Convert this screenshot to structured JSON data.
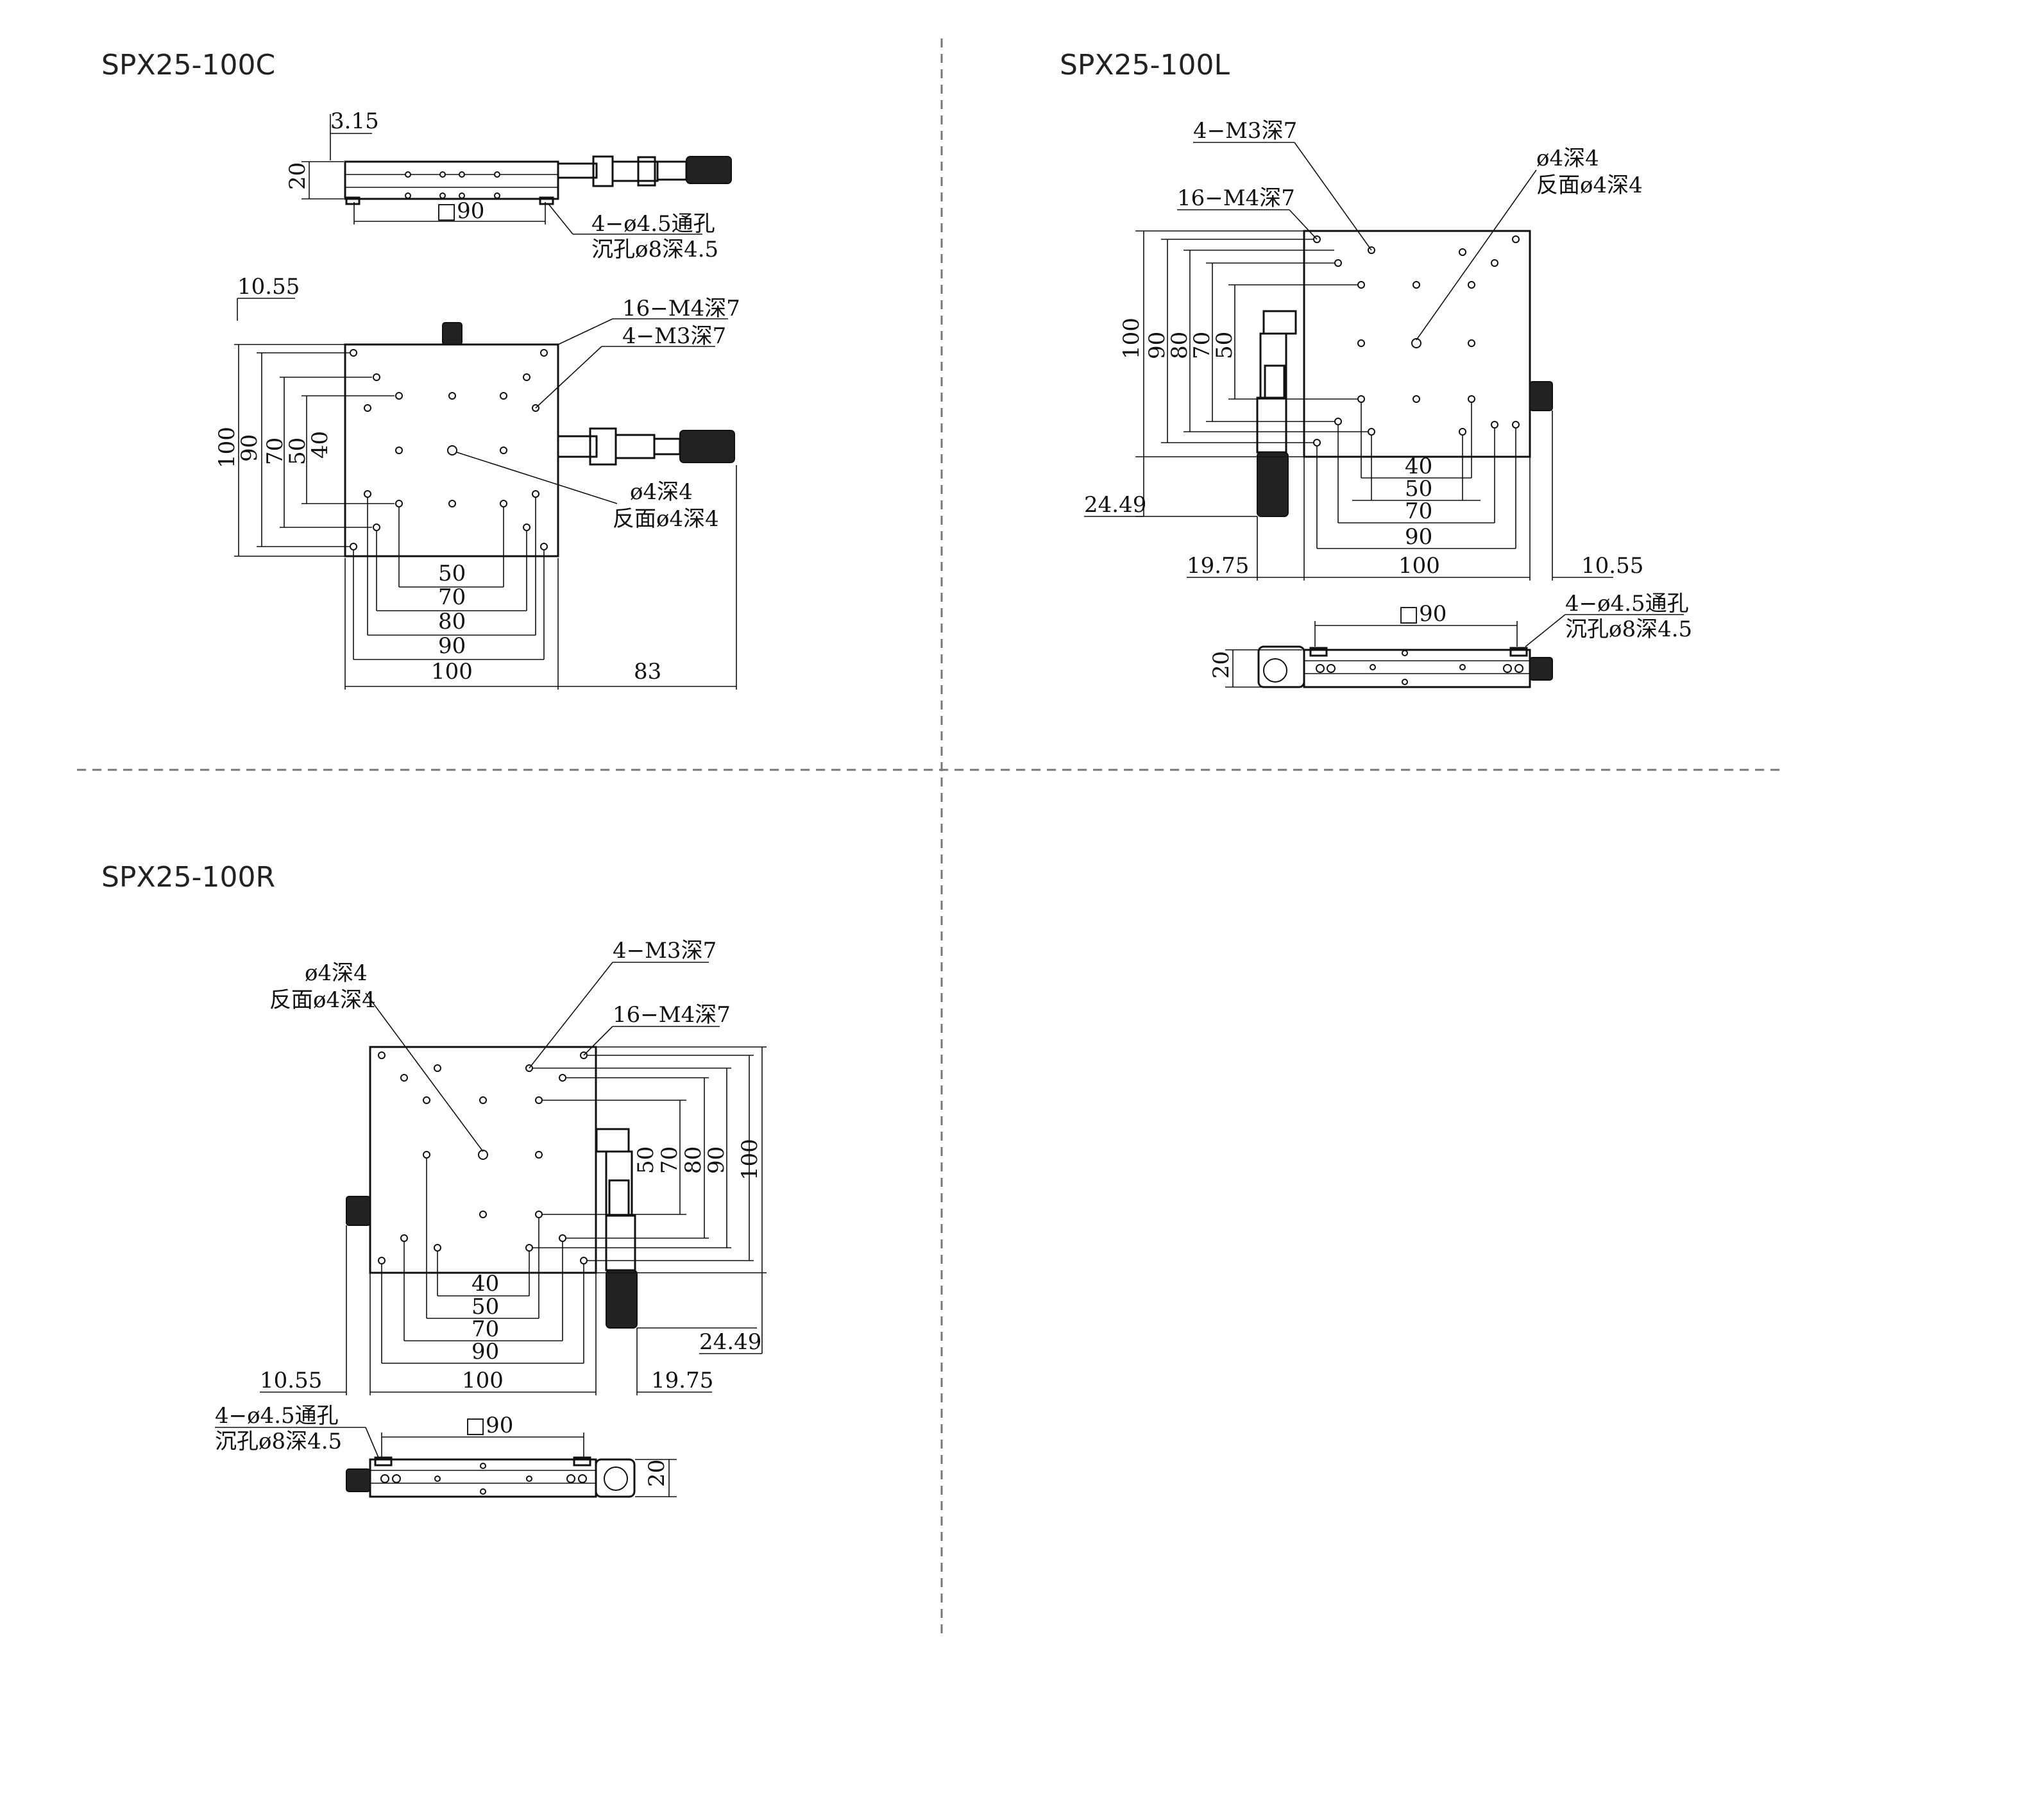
{
  "views": {
    "c": {
      "title": "SPX25-100C",
      "dims": {
        "d_315": "3.15",
        "d_20": "20",
        "sq90": "□90",
        "thru_1": "4−ø4.5通孔",
        "thru_2": "沉孔ø8深4.5",
        "d_1055": "10.55",
        "m4": "16−M4深7",
        "m3": "4−M3深7",
        "v100": "100",
        "v90": "90",
        "v70": "70",
        "v50": "50",
        "v40": "40",
        "pin_1": "ø4深4",
        "pin_2": "反面ø4深4",
        "h50": "50",
        "h70": "70",
        "h80": "80",
        "h90": "90",
        "h100": "100",
        "h83": "83"
      }
    },
    "l": {
      "title": "SPX25-100L",
      "dims": {
        "m3": "4−M3深7",
        "m4": "16−M4深7",
        "pin_1": "ø4深4",
        "pin_2": "反面ø4深4",
        "v100": "100",
        "v90": "90",
        "v80": "80",
        "v70": "70",
        "v50": "50",
        "d_2449": "24.49",
        "h40": "40",
        "h50": "50",
        "h70": "70",
        "h90": "90",
        "d_1975": "19.75",
        "h100": "100",
        "d_1055": "10.55",
        "sq90": "□90",
        "thru_1": "4−ø4.5通孔",
        "thru_2": "沉孔ø8深4.5",
        "d_20": "20"
      }
    },
    "r": {
      "title": "SPX25-100R",
      "dims": {
        "pin_1": "ø4深4",
        "pin_2": "反面ø4深4",
        "m3": "4−M3深7",
        "m4": "16−M4深7",
        "v50": "50",
        "v70": "70",
        "v80": "80",
        "v90": "90",
        "v100": "100",
        "h40": "40",
        "h50": "50",
        "h70": "70",
        "h90": "90",
        "d_2449": "24.49",
        "d_1055": "10.55",
        "h100": "100",
        "d_1975": "19.75",
        "thru_1": "4−ø4.5通孔",
        "thru_2": "沉孔ø8深4.5",
        "sq90": "□90",
        "d_20": "20"
      }
    }
  }
}
